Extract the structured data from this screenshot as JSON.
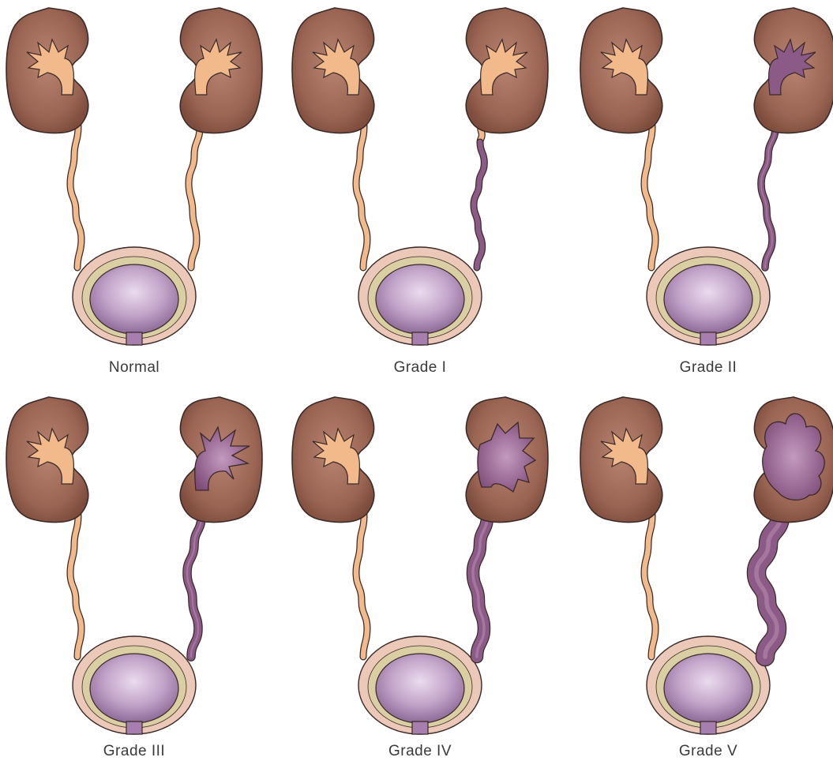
{
  "figure": {
    "panels": [
      {
        "id": "normal",
        "label": "Normal",
        "grade": 0
      },
      {
        "id": "grade-1",
        "label": "Grade I",
        "grade": 1
      },
      {
        "id": "grade-2",
        "label": "Grade II",
        "grade": 2
      },
      {
        "id": "grade-3",
        "label": "Grade III",
        "grade": 3
      },
      {
        "id": "grade-4",
        "label": "Grade IV",
        "grade": 4
      },
      {
        "id": "grade-5",
        "label": "Grade V",
        "grade": 5
      }
    ]
  },
  "colors": {
    "background": "#ffffff",
    "kidney": "#9b6553",
    "kidney_dark": "#6e4032",
    "kidney_light": "#b98472",
    "collecting_normal": "#f2b98a",
    "ureter_normal": "#f2b98a",
    "reflux": "#8c5a86",
    "reflux_light": "#b58ab0",
    "bladder_outer": "#ecc8b8",
    "bladder_ring": "#d9cfa2",
    "bladder_inner": "#9b78a6",
    "bladder_inner_light": "#e6d4ea",
    "outline": "#3a2a28"
  }
}
